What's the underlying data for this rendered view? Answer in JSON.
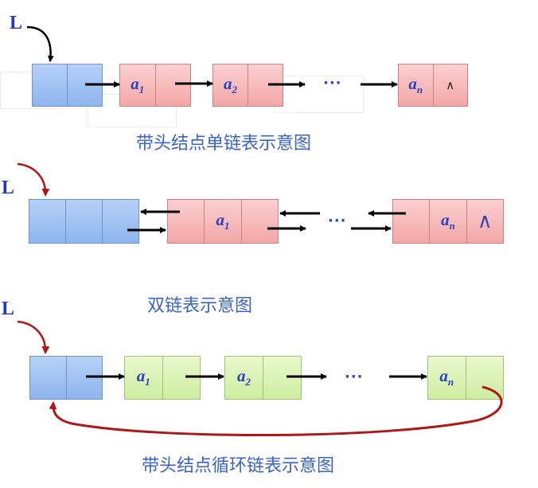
{
  "label_L": "L",
  "ellipsis": "···",
  "null_mark": "∧",
  "diagrams": [
    {
      "caption": "带头结点单链表示意图",
      "nodes": [
        {
          "var": "a",
          "sub": "1"
        },
        {
          "var": "a",
          "sub": "2"
        },
        {
          "var": "a",
          "sub": "n"
        }
      ]
    },
    {
      "caption": "双链表示意图",
      "nodes": [
        {
          "var": "a",
          "sub": "1"
        },
        {
          "var": "a",
          "sub": "n"
        }
      ]
    },
    {
      "caption": "带头结点循环链表示意图",
      "nodes": [
        {
          "var": "a",
          "sub": "1"
        },
        {
          "var": "a",
          "sub": "2"
        },
        {
          "var": "a",
          "sub": "n"
        }
      ]
    }
  ],
  "colors": {
    "head_node": "#9dc0f2",
    "singly_node": "#f6b9b9",
    "doubly_node": "#f6b9b9",
    "circular_node": "#d9f3b4",
    "head_pointer_arrow_1": "#000000",
    "head_pointer_arrow_2": "#b01818",
    "circular_back_arrow": "#b01818",
    "caption_text": "#3a63c8",
    "value_text": "#2b3fc4"
  }
}
